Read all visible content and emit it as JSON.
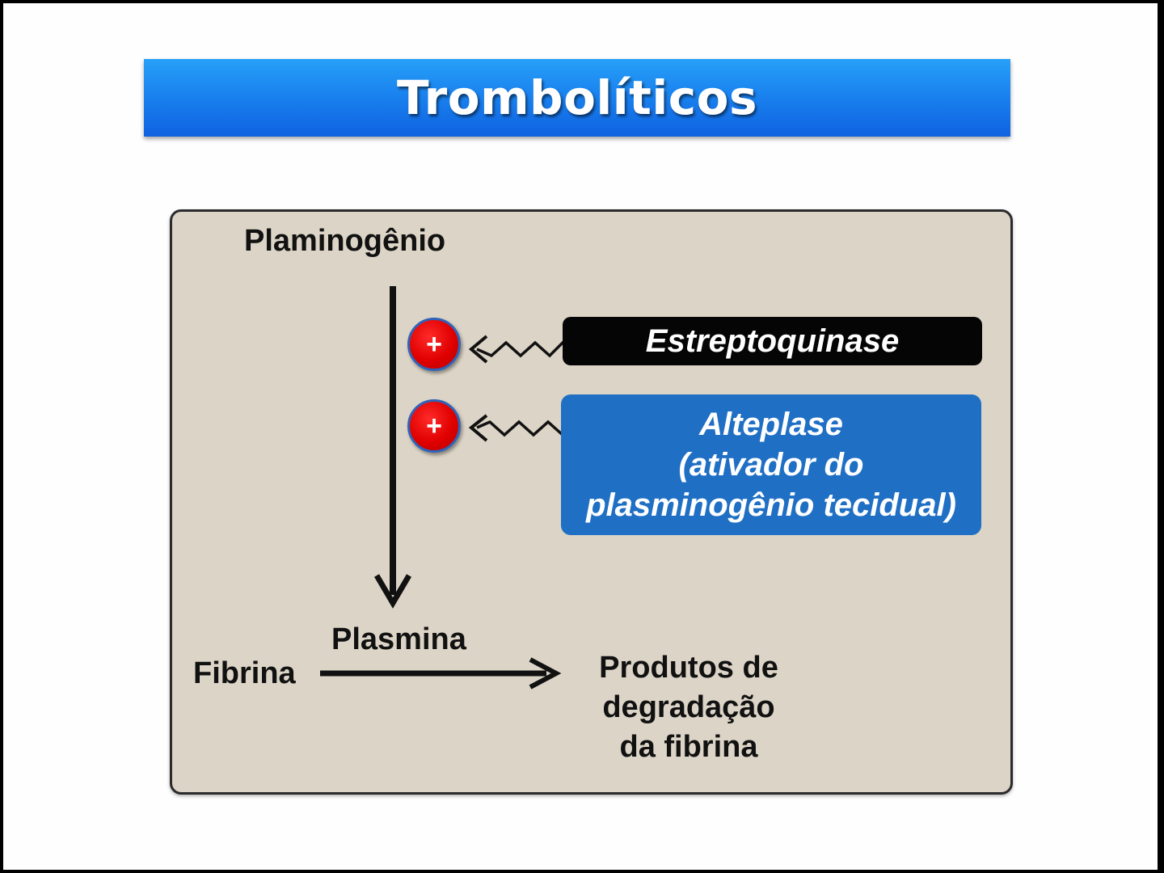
{
  "title": "Trombolíticos",
  "diagram": {
    "top_label": "Plaminogênio",
    "activator_symbol": "+",
    "drug_1": "Estreptoquinase",
    "drug_2_lines": [
      "Alteplase",
      "(ativador do",
      "plasminogênio tecidual)"
    ],
    "enzyme_label": "Plasmina",
    "substrate_label": "Fibrina",
    "product_lines": [
      "Produtos de",
      "degradação",
      "da fibrina"
    ]
  },
  "colors": {
    "title_bar": "#1a83ef",
    "panel": "#dcd4c6",
    "badge": "#e00000",
    "drug_1_box": "#050505",
    "drug_2_box": "#1f6fc4"
  }
}
